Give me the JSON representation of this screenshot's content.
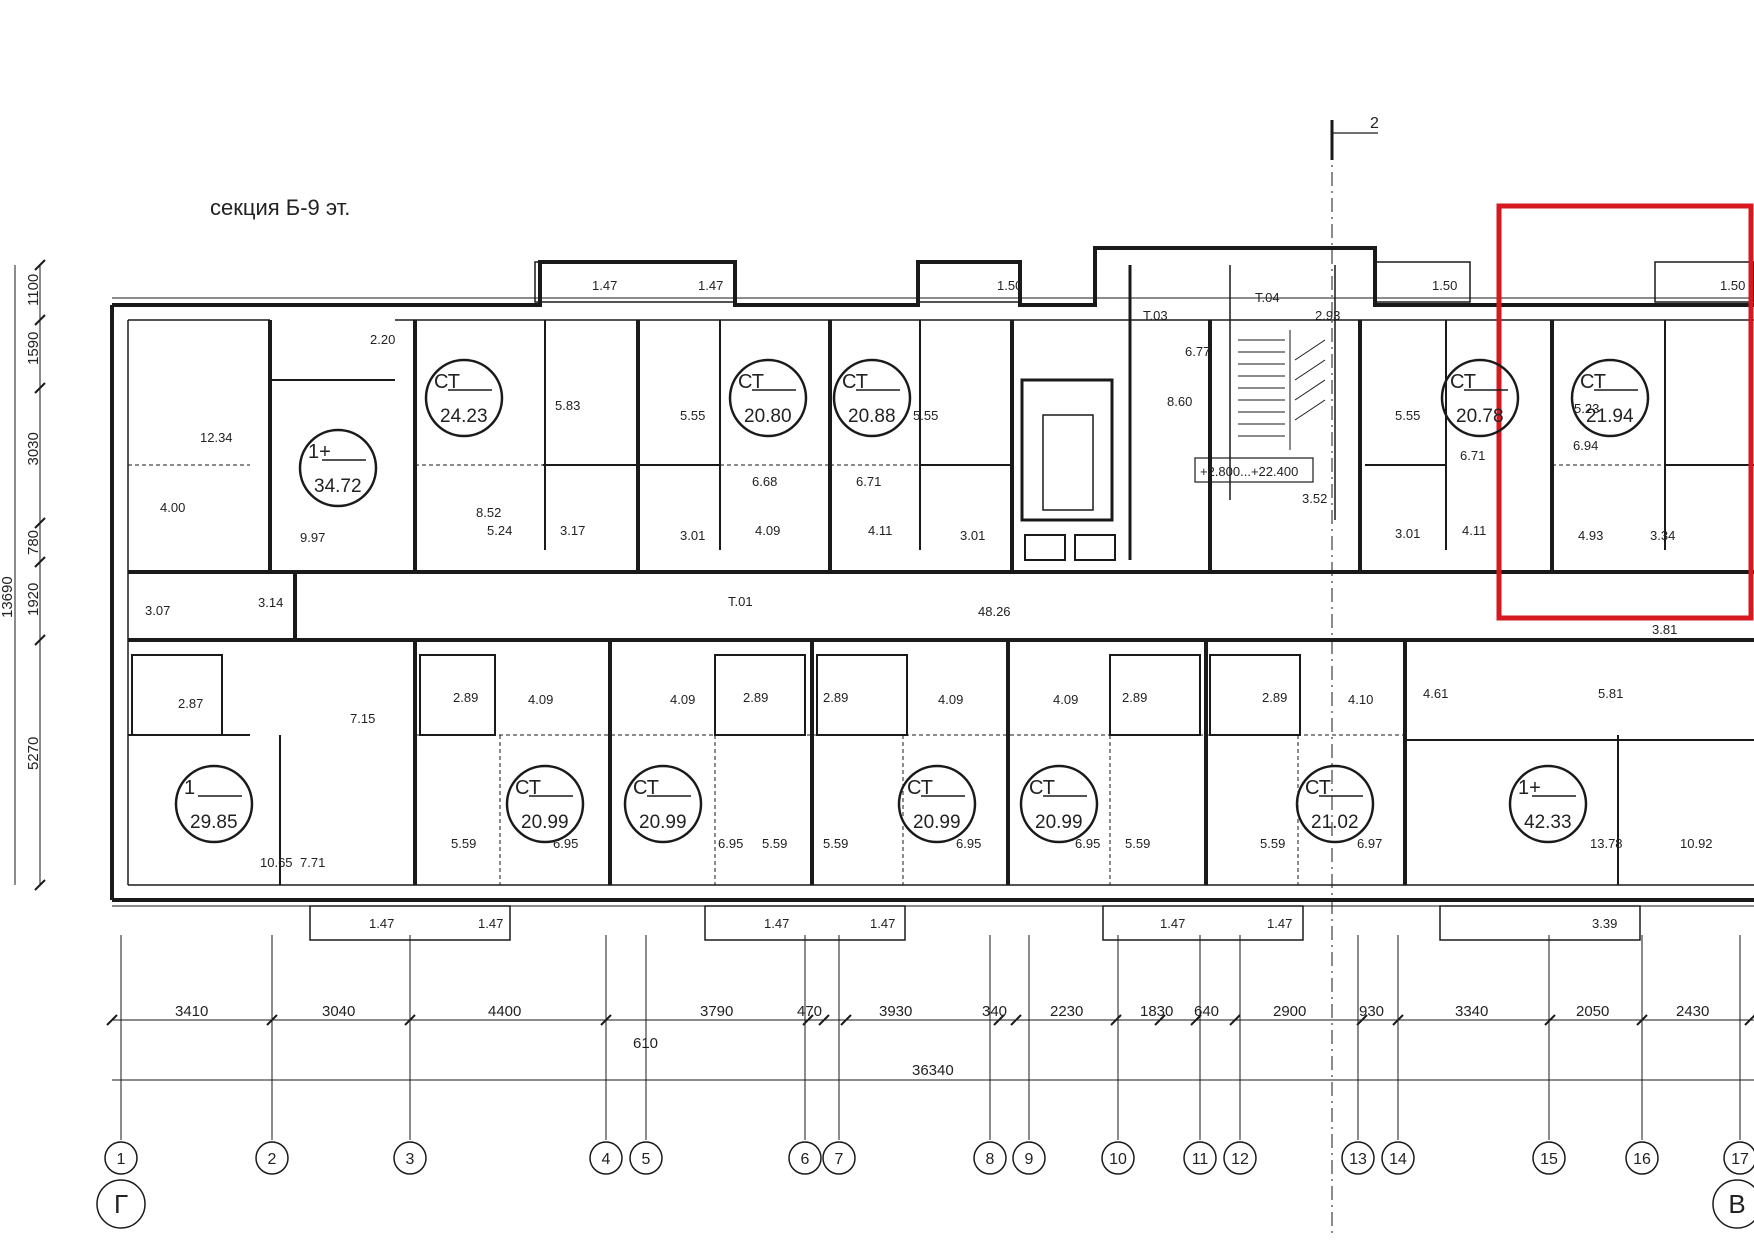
{
  "title": "секция Б-9 эт.",
  "section_mark": "2",
  "highlight_color": "#d6181f",
  "line_color": "#1a1a1a",
  "common_spaces": {
    "corridor": {
      "code": "Т.01",
      "area": "48.26"
    },
    "lift_hall": {
      "code": "Т.03",
      "area": "6.77",
      "area2": "8.60"
    },
    "stair": {
      "code": "Т.04",
      "area": "2.93",
      "area2": "3.52",
      "levels": "+2.800...+22.400"
    }
  },
  "apartments": [
    {
      "id": "a1",
      "type": "1+",
      "area": "34.72"
    },
    {
      "id": "a2",
      "type": "СТ",
      "area": "24.23"
    },
    {
      "id": "a3",
      "type": "СТ",
      "area": "20.80"
    },
    {
      "id": "a4",
      "type": "СТ",
      "area": "20.88"
    },
    {
      "id": "a5",
      "type": "СТ",
      "area": "20.78"
    },
    {
      "id": "a6",
      "type": "СТ",
      "area": "21.94"
    },
    {
      "id": "a7",
      "type": "1",
      "area": "29.85"
    },
    {
      "id": "a8",
      "type": "СТ",
      "area": "20.99"
    },
    {
      "id": "a9",
      "type": "СТ",
      "area": "20.99"
    },
    {
      "id": "a10",
      "type": "СТ",
      "area": "20.99"
    },
    {
      "id": "a11",
      "type": "СТ",
      "area": "20.99"
    },
    {
      "id": "a12",
      "type": "СТ",
      "area": "21.02"
    },
    {
      "id": "a13",
      "type": "1+",
      "area": "42.33"
    }
  ],
  "room_areas": [
    "2.20",
    "12.34",
    "4.00",
    "9.97",
    "3.07",
    "3.14",
    "8.52",
    "5.83",
    "5.24",
    "3.17",
    "5.55",
    "6.68",
    "3.01",
    "4.09",
    "6.71",
    "4.11",
    "5.55",
    "3.01",
    "5.55",
    "6.71",
    "3.01",
    "4.11",
    "5.23",
    "6.94",
    "4.93",
    "3.34",
    "3.81",
    "2.87",
    "7.15",
    "10.65",
    "7.71",
    "2.89",
    "4.09",
    "5.59",
    "6.95",
    "4.09",
    "2.89",
    "6.95",
    "5.59",
    "2.89",
    "4.09",
    "5.59",
    "6.95",
    "4.09",
    "2.89",
    "6.95",
    "5.59",
    "2.89",
    "4.10",
    "5.59",
    "6.97",
    "4.61",
    "5.81",
    "13.78",
    "10.92"
  ],
  "balconies": [
    "1.47",
    "1.47",
    "1.50",
    "1.50",
    "1.50",
    "1.47",
    "1.47",
    "1.47",
    "1.47",
    "1.47",
    "1.47",
    "3.39"
  ],
  "left_dims": [
    "1100",
    "1590",
    "3030",
    "780",
    "1920",
    "5270"
  ],
  "left_total": "13690",
  "bottom_dims": [
    "3410",
    "3040",
    "4400",
    "3790",
    "470",
    "3930",
    "340",
    "2230",
    "1830",
    "640",
    "2900",
    "930",
    "3340",
    "2050",
    "2430"
  ],
  "dim_610": "610",
  "total_dim": "36340",
  "axes": [
    "1",
    "2",
    "3",
    "4",
    "5",
    "6",
    "7",
    "8",
    "9",
    "10",
    "11",
    "12",
    "13",
    "14",
    "15",
    "16",
    "17"
  ],
  "axis_letters": [
    "Г",
    "В"
  ]
}
